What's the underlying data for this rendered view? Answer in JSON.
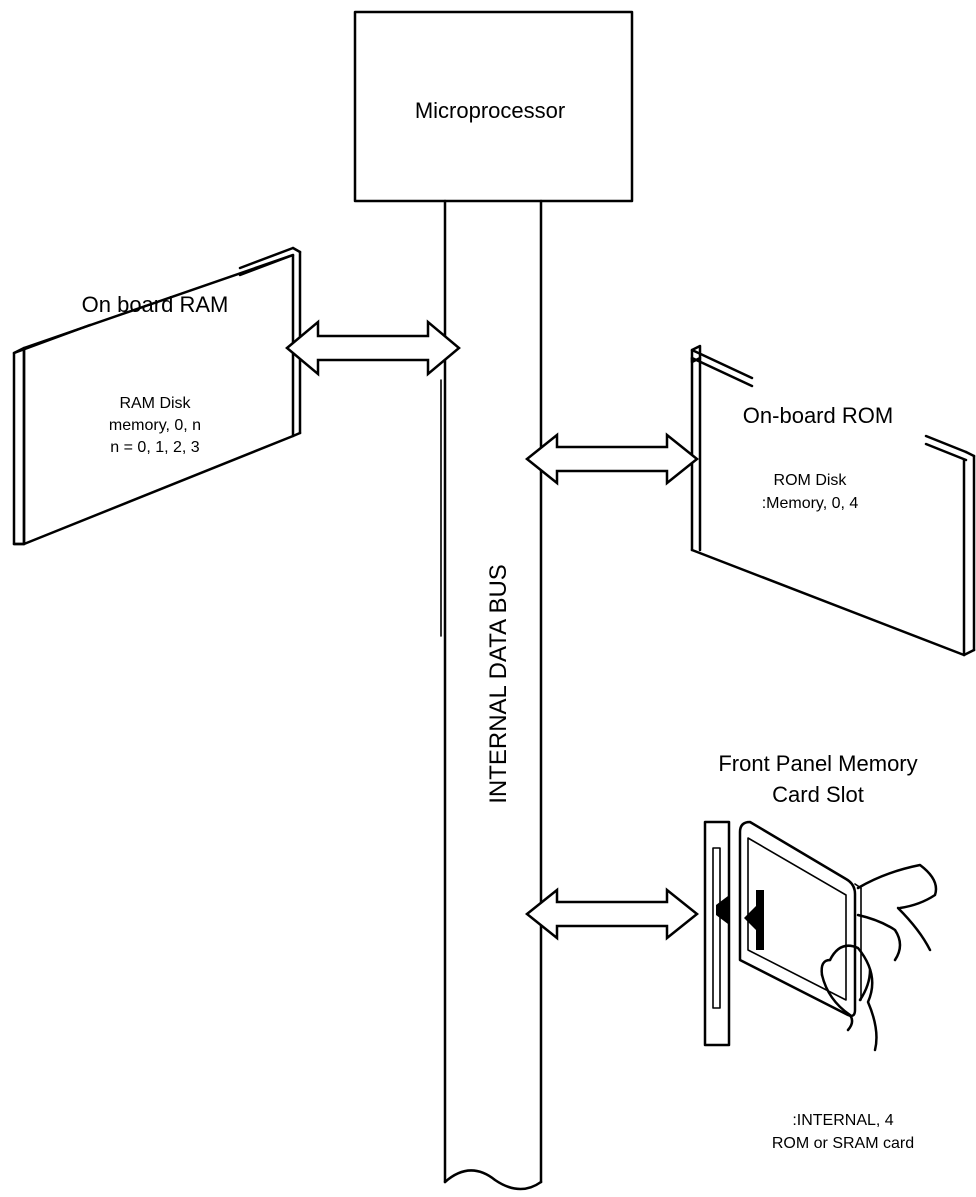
{
  "microprocessor": {
    "label": "Microprocessor"
  },
  "bus": {
    "label": "INTERNAL DATA BUS"
  },
  "ram": {
    "title": "On board RAM",
    "lines": [
      "RAM Disk",
      "memory, 0, n",
      "n = 0, 1, 2, 3"
    ]
  },
  "rom": {
    "title": "On-board ROM",
    "lines": [
      "ROM Disk",
      ":Memory, 0, 4"
    ]
  },
  "card_slot": {
    "title_lines": [
      "Front Panel Memory",
      "Card Slot"
    ],
    "caption_lines": [
      ":INTERNAL, 4",
      "ROM or SRAM card"
    ]
  },
  "icons": [
    "bidirectional-arrow-icon",
    "memory-card-icon",
    "hand-icon"
  ]
}
